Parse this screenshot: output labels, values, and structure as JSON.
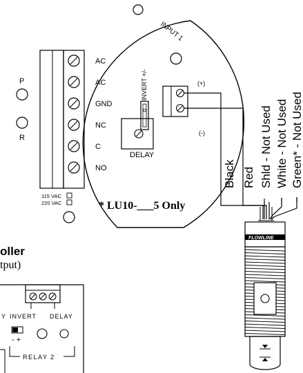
{
  "board": {
    "input_label": "INPUT 1",
    "side_labels": [
      "P",
      "R"
    ],
    "voltage_115": "115 VAC",
    "voltage_220": "220 VAC",
    "terminals": [
      "AC",
      "AC",
      "GND",
      "NC",
      "C",
      "NO"
    ],
    "delay_label": "DELAY",
    "invert_label": "INVERT +/-",
    "polarity_plus": "(+)",
    "polarity_minus": "(-)"
  },
  "wires": [
    "Black",
    "Red",
    "Shld - Not Used",
    "White - Not Used",
    "Green* - Not Used"
  ],
  "footnote": "* LU10-___5 Only",
  "controller": {
    "title": "oller",
    "subtitle": "tput)",
    "labels": [
      "Y",
      "INVERT",
      "DELAY"
    ],
    "switch_signs": "- +",
    "relay_label": "RELAY 2"
  },
  "sensor": {
    "brand": "FLOWLINE"
  }
}
